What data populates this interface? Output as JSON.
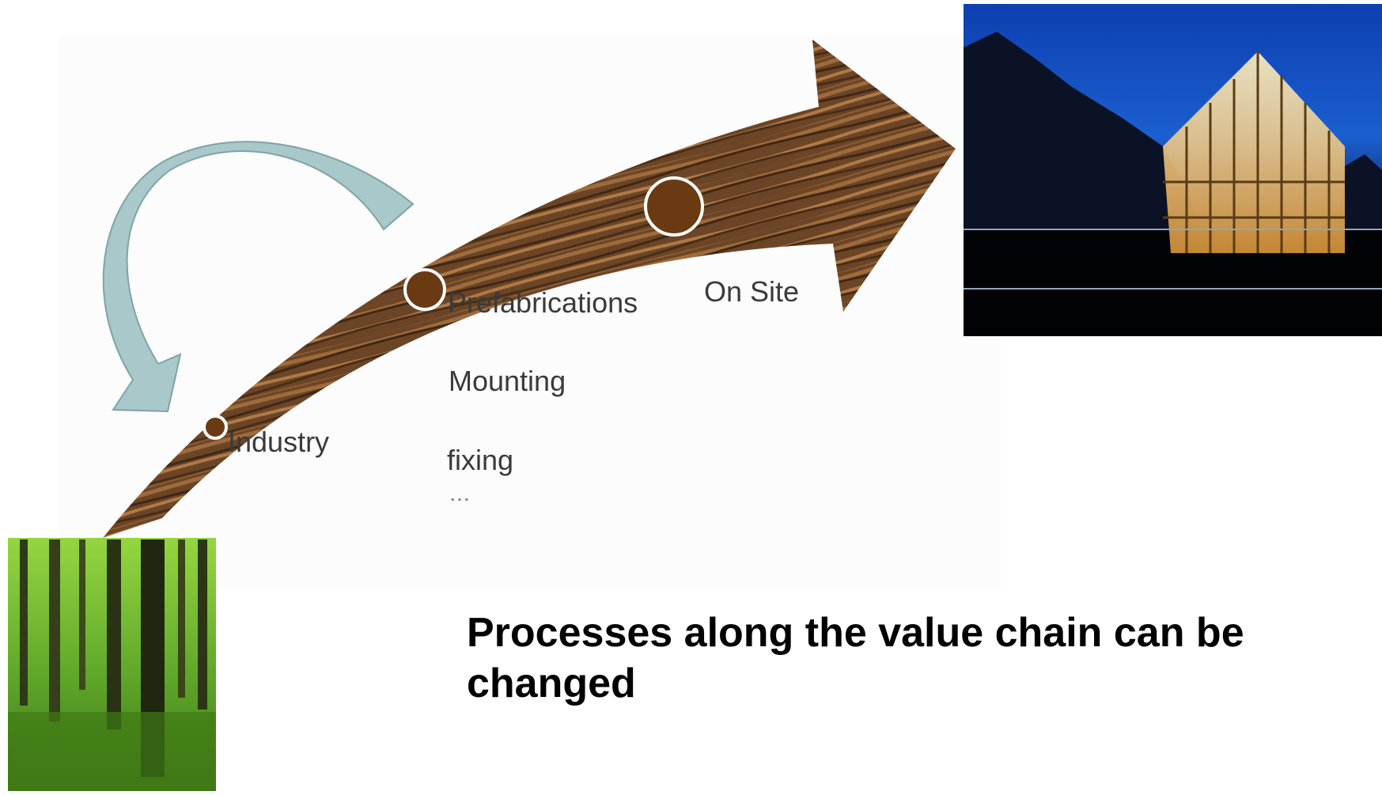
{
  "stages": {
    "industry": "Industry",
    "prefabrications": "Prefabrications",
    "on_site": "On Site"
  },
  "activities": {
    "mounting": "Mounting",
    "fixing": "fixing",
    "ellipsis": "…"
  },
  "caption": "Processes along the value chain can be changed",
  "colors": {
    "wood_base": "#6b4526",
    "wood_light": "#b07a47",
    "wood_dark": "#3f2714",
    "marker_fill": "#6a3a12",
    "recycle_arrow": "#a9c8ca",
    "recycle_arrow_edge": "#7fa3a8",
    "forest_green": "#4f9a1e",
    "night_sky": "#1b5fd0",
    "glass_light": "#f1c774"
  },
  "images": {
    "forest": "forest-photo",
    "building": "timber-glass-building-photo"
  }
}
